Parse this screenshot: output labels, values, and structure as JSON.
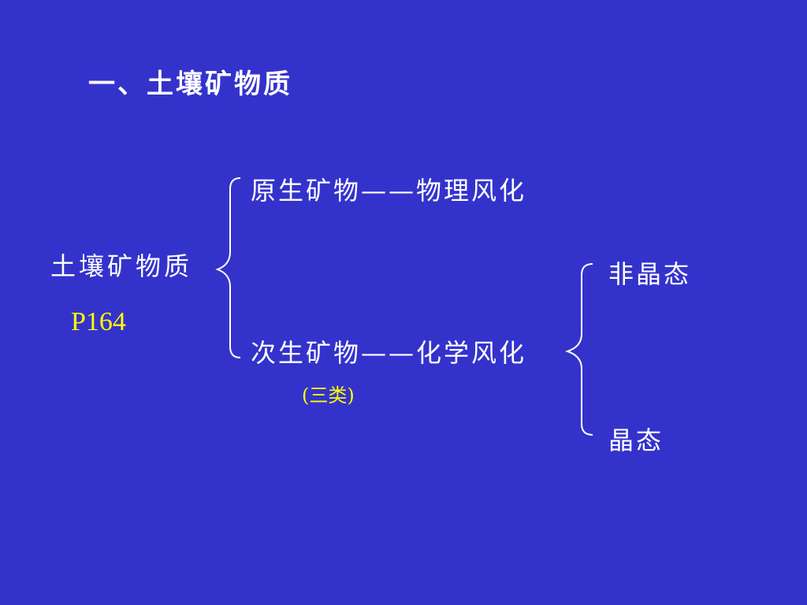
{
  "slide": {
    "title": "一、土壤矿物质",
    "root_label": "土壤矿物质",
    "page_ref": "P164",
    "branches": {
      "primary": "原生矿物——物理风化",
      "secondary": "次生矿物——化学风化",
      "secondary_note": "(三类)"
    },
    "sub_branches": {
      "non_crystalline": "非晶态",
      "crystalline": "晶态"
    }
  },
  "colors": {
    "background": "#3333cc",
    "text": "#ffffff",
    "accent": "#ffff00"
  }
}
